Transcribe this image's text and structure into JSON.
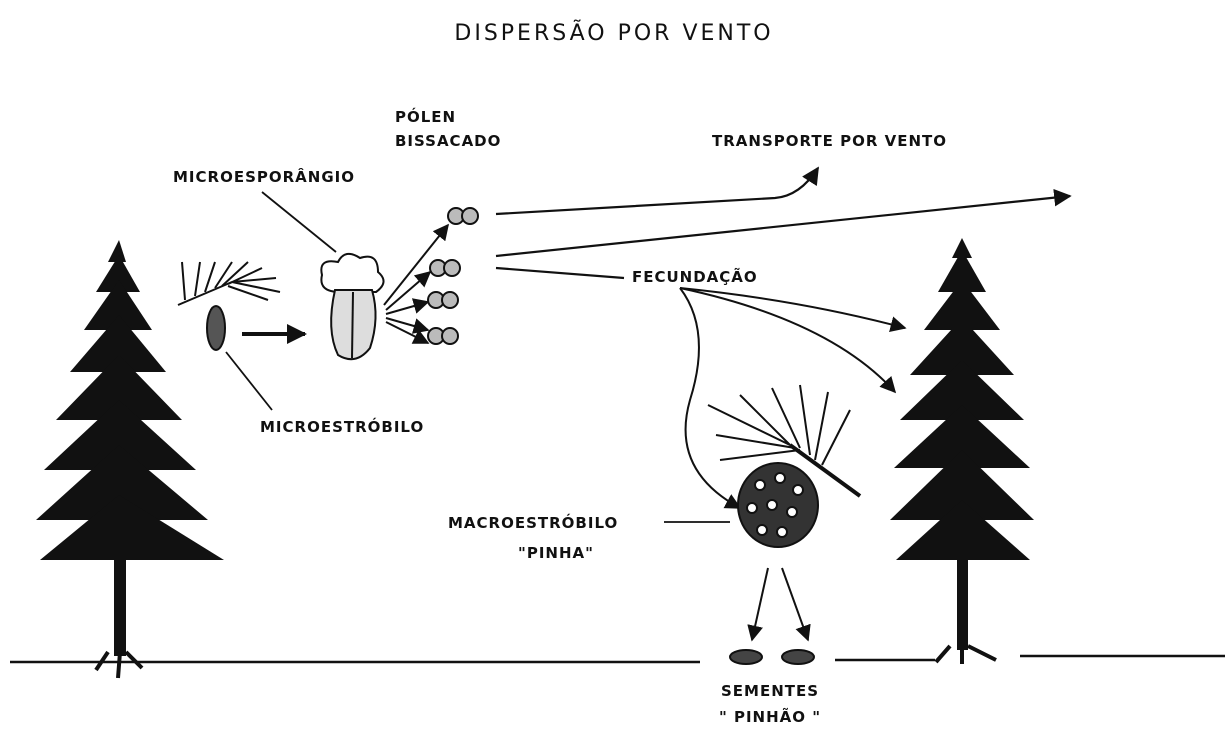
{
  "title": "DISPERSÃO POR VENTO",
  "labels": {
    "polen_line1": "PÓLEN",
    "polen_line2": "BISSACADO",
    "microsporangio": "MICROESPORÂNGIO",
    "transporte": "TRANSPORTE POR VENTO",
    "fecundacao": "FECUNDAÇÃO",
    "microestrobilo": "MICROESTRÓBILO",
    "macroestrobilo": "MACROESTRÓBILO",
    "pinha": "\"PINHA\"",
    "sementes": "SEMENTES",
    "pinhao": "\" PINHÃO \""
  },
  "colors": {
    "ink": "#111111",
    "background": "#ffffff"
  }
}
